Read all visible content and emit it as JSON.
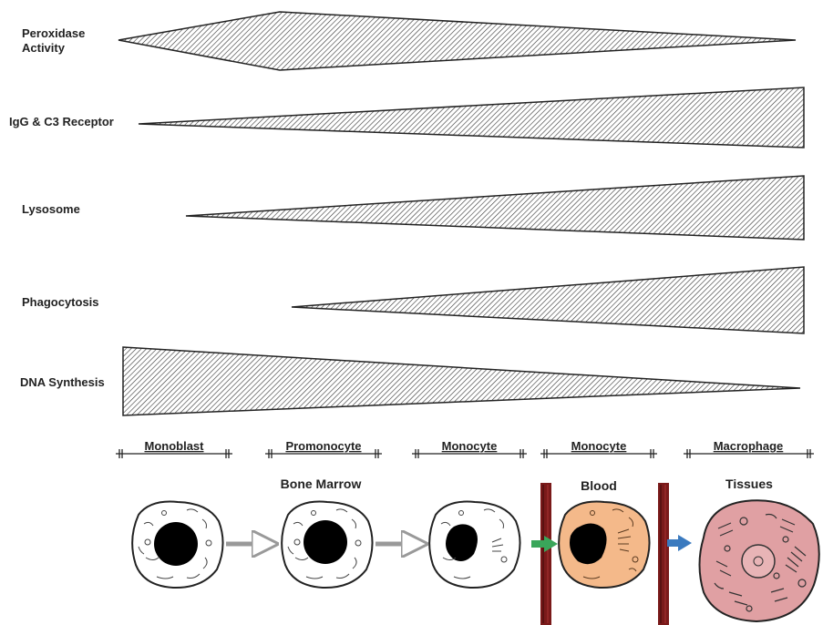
{
  "rows": [
    {
      "label": "Peroxidase Activity"
    },
    {
      "label": "IgG & C3 Receptor"
    },
    {
      "label": "Lysosome"
    },
    {
      "label": "Phagocytosis"
    },
    {
      "label": "DNA Synthesis"
    }
  ],
  "stages": [
    {
      "label": "Monoblast"
    },
    {
      "label": "Promonocyte"
    },
    {
      "label": "Monocyte"
    },
    {
      "label": "Monocyte"
    },
    {
      "label": "Macrophage"
    }
  ],
  "locations": {
    "bone_marrow": "Bone Marrow",
    "blood": "Blood",
    "tissues": "Tissues"
  },
  "colors": {
    "hatch": "#333333",
    "vessel": "#7a1a1a",
    "blood_cell": "#f4b98a",
    "tissue_cell": "#e0a0a3",
    "arrow_green": "#3aa65a",
    "arrow_blue": "#3a7abf"
  }
}
